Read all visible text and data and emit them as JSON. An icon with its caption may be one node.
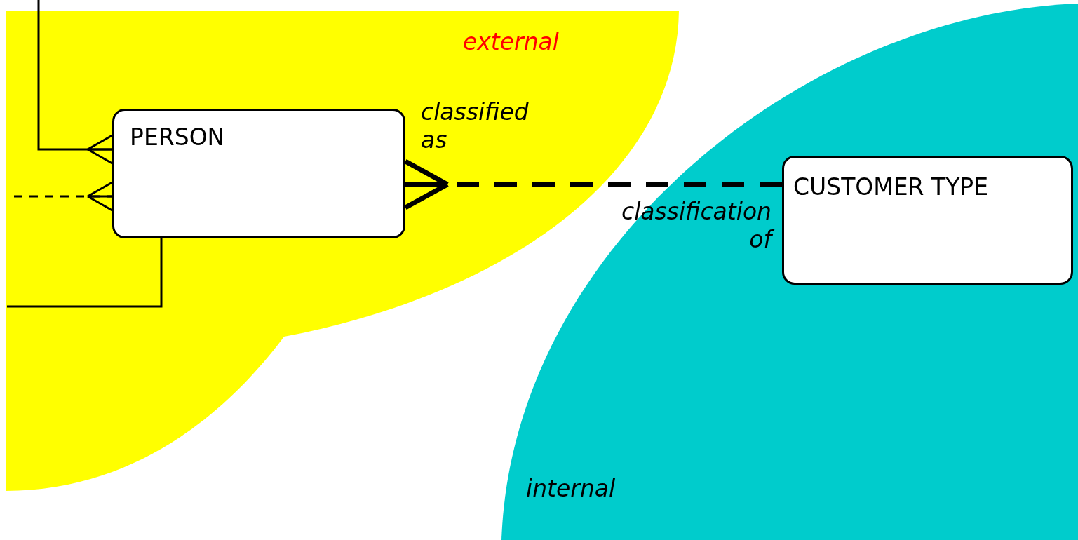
{
  "diagram": {
    "nodes": [
      {
        "text": [
          "external"
        ]
      },
      {
        "text": [
          "PERSON"
        ],
        "in": 0
      },
      {
        "text": [
          "internal"
        ]
      },
      {
        "text": [
          "CUSTOMER TYPE"
        ],
        "in": 2
      }
    ],
    "edges": [
      {
        "from": 3,
        "to": 1,
        "arrow": "other",
        "label": "classified as",
        "style": "dashed"
      },
      {
        "from": null,
        "to": 1,
        "arrow": "other"
      },
      {
        "from": null,
        "to": 1,
        "arrow": "other",
        "style": "dashed"
      },
      {
        "from": 1,
        "to": null,
        "arrow": "none"
      }
    ],
    "labels": [
      "classification of"
    ]
  }
}
